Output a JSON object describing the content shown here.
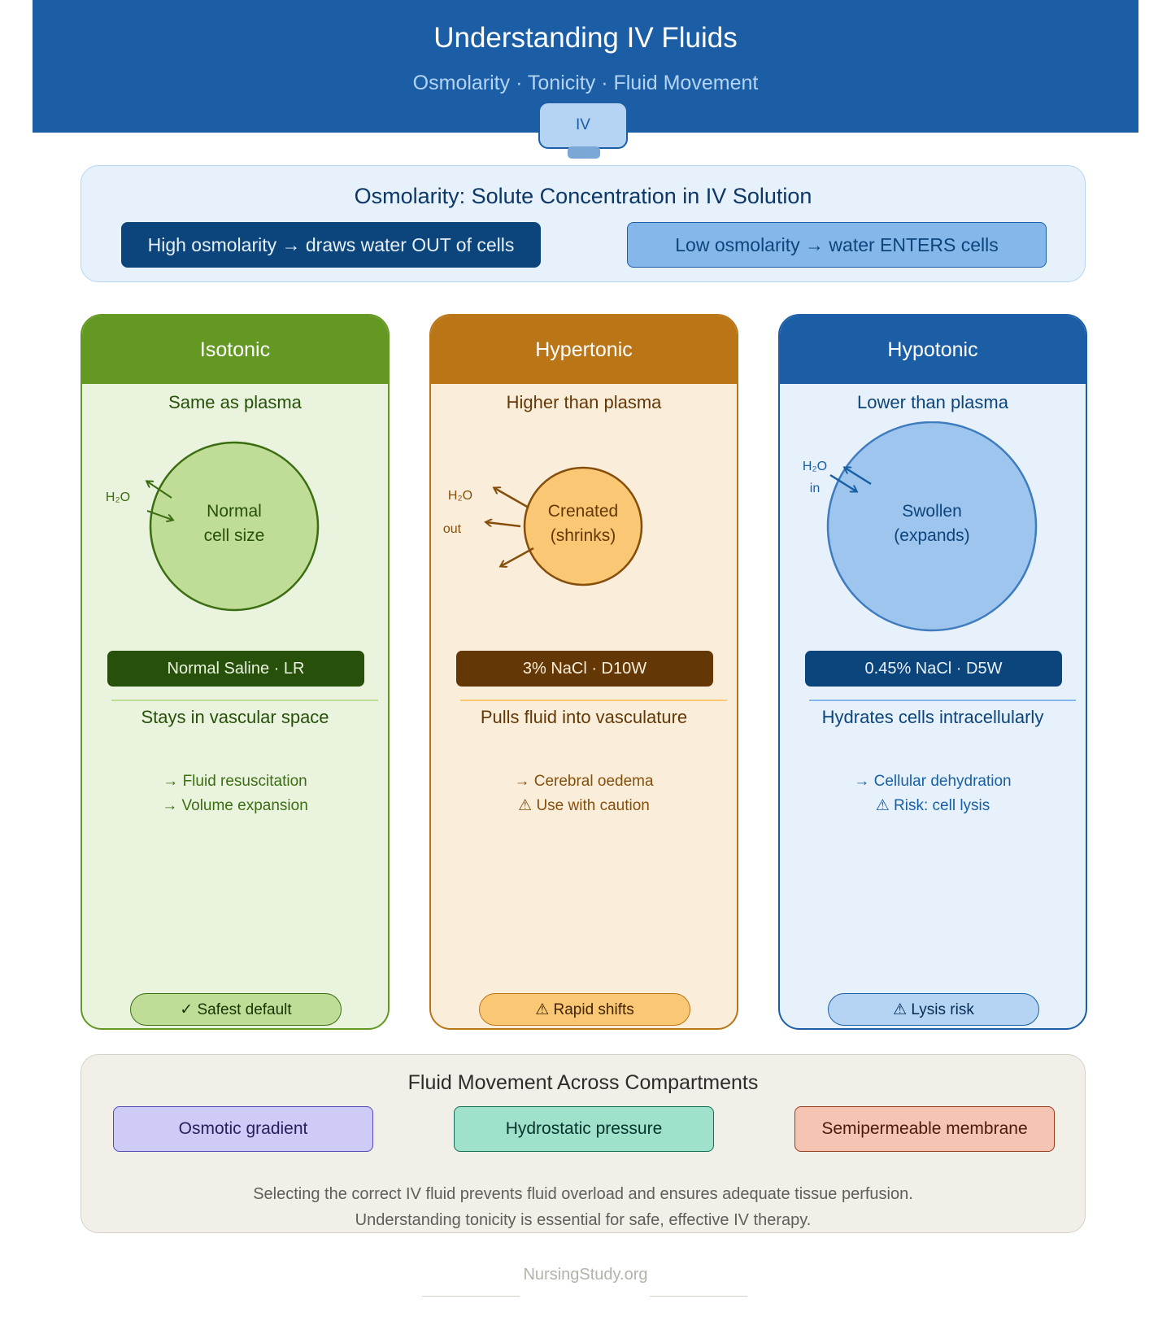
{
  "header": {
    "title": "Understanding IV Fluids",
    "subtitle": "Osmolarity · Tonicity · Fluid Movement",
    "bag_label": "IV"
  },
  "osmolarity": {
    "title": "Osmolarity: Solute Concentration in IV Solution",
    "high": "High osmolarity → draws water OUT of cells",
    "low": "Low osmolarity → water ENTERS cells"
  },
  "cards": [
    {
      "title": "Isotonic",
      "tagline": "Same as plasma",
      "cell_line1": "Normal",
      "cell_line2": "cell size",
      "water_label": "H₂O",
      "water_dir": "",
      "fluids": "Normal Saline · LR",
      "effect": "Stays in vascular space",
      "point1": "→ Fluid resuscitation",
      "point2": "→ Volume expansion",
      "badge": "✓ Safest default",
      "color": "#639922"
    },
    {
      "title": "Hypertonic",
      "tagline": "Higher than plasma",
      "cell_line1": "Crenated",
      "cell_line2": "(shrinks)",
      "water_label": "H₂O",
      "water_dir": "out",
      "fluids": "3% NaCl · D10W",
      "effect": "Pulls fluid into vasculature",
      "point1": "→ Cerebral oedema",
      "point2": "⚠ Use with caution",
      "badge": "⚠ Rapid shifts",
      "color": "#ba7517"
    },
    {
      "title": "Hypotonic",
      "tagline": "Lower than plasma",
      "cell_line1": "Swollen",
      "cell_line2": "(expands)",
      "water_label": "H₂O",
      "water_dir": "in",
      "fluids": "0.45% NaCl · D5W",
      "effect": "Hydrates cells intracellularly",
      "point1": "→ Cellular dehydration",
      "point2": "⚠ Risk: cell lysis",
      "badge": "⚠ Lysis risk",
      "color": "#1b5ea6"
    }
  ],
  "movement": {
    "title": "Fluid Movement Across Compartments",
    "chips": [
      "Osmotic gradient",
      "Hydrostatic pressure",
      "Semipermeable membrane"
    ],
    "note_line1": "Selecting the correct IV fluid prevents fluid overload and ensures adequate tissue perfusion.",
    "note_line2": "Understanding tonicity is essential for safe, effective IV therapy."
  },
  "footer": "NursingStudy.org"
}
